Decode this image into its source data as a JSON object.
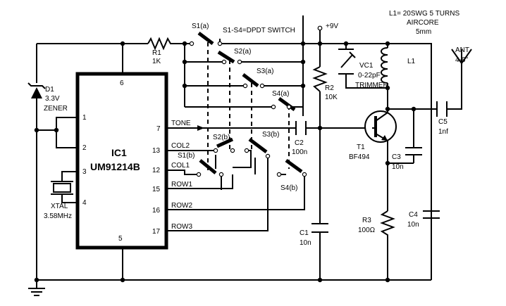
{
  "header": {
    "switch_note": "S1-S4=DPDT SWITCH",
    "supply": "+9V",
    "coil_note_line1": "L1= 20SWG 5 TURNS",
    "coil_note_line2": "AIRCORE",
    "coil_note_line3": "5mm"
  },
  "ic": {
    "name": "IC1",
    "part": "UM91214B",
    "pins": [
      "1",
      "2",
      "3",
      "4",
      "5",
      "6",
      "7",
      "13",
      "12",
      "15",
      "16",
      "17"
    ]
  },
  "signals": {
    "tone": "TONE",
    "col2": "COL2",
    "col1": "COL1",
    "row1": "ROW1",
    "row2": "ROW2",
    "row3": "ROW3"
  },
  "switches": {
    "s1a": "S1(a)",
    "s2a": "S2(a)",
    "s3a": "S3(a)",
    "s4a": "S4(a)",
    "s1b": "S1(b)",
    "s2b": "S2(b)",
    "s3b": "S3(b)",
    "s4b": "S4(b)"
  },
  "components": {
    "r1": {
      "ref": "R1",
      "value": "1K"
    },
    "d1": {
      "ref": "D1",
      "value": "3.3V",
      "type": "ZENER"
    },
    "xtal": {
      "ref": "XTAL",
      "value": "3.58MHz"
    },
    "vc1": {
      "ref": "VC1",
      "value": "0-22pF",
      "type": "TRIMMER"
    },
    "l1": {
      "ref": "L1"
    },
    "r2": {
      "ref": "R2",
      "value": "10K"
    },
    "c2": {
      "ref": "C2",
      "value": "100n"
    },
    "c1": {
      "ref": "C1",
      "value": "10n"
    },
    "t1": {
      "ref": "T1",
      "value": "BF494"
    },
    "c3": {
      "ref": "C3",
      "value": "10n"
    },
    "r3": {
      "ref": "R3",
      "value": "100Ω"
    },
    "c4": {
      "ref": "C4",
      "value": "10n"
    },
    "c5": {
      "ref": "C5",
      "value": "1nf"
    },
    "ant": {
      "ref": "ANT",
      "value": "4-6\""
    }
  }
}
